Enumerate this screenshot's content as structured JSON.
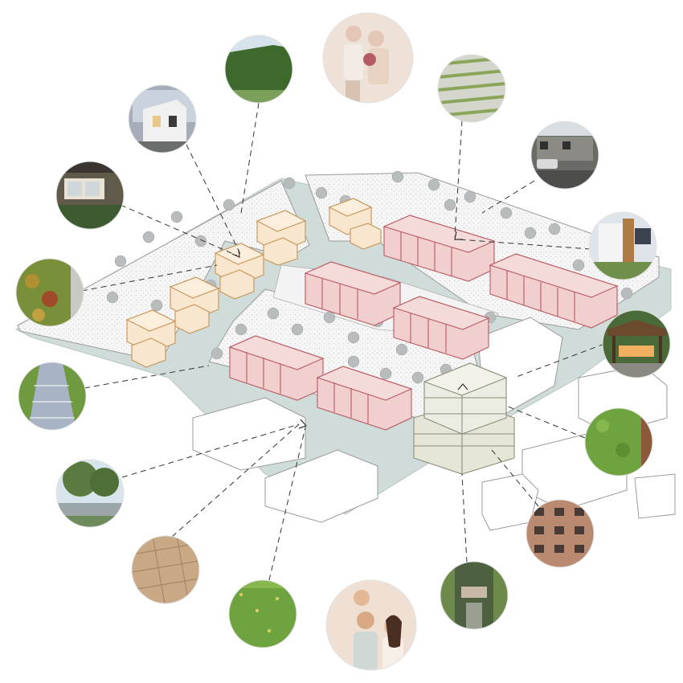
{
  "palette": {
    "background": "#ffffff",
    "plaza": "#cfdcd9",
    "plaza_edge": "#b7c6c3",
    "garden_stipple": "#ececec",
    "garden_edge": "#9a9a9a",
    "row_house_fill": "#f1cfcf",
    "row_house_stroke": "#b85a62",
    "villa_fill": "#f8e6cf",
    "villa_stroke": "#c89455",
    "apartment_fill": "#e5e6d8",
    "apartment_stroke": "#8c8d78",
    "context_building": "#ffffff",
    "context_stroke": "#9a9a9a",
    "tree": "#b9bcbc",
    "leader_line": "#333333"
  },
  "legend_images": [
    {
      "id": "modern-villa",
      "icon": "modern-villa-photo",
      "tone": "#9aa0aa"
    },
    {
      "id": "green-hedge",
      "icon": "hedge-photo",
      "tone": "#4f7a3a"
    },
    {
      "id": "senior-couple",
      "icon": "senior-couple-illustration",
      "tone": "#e8d8cc"
    },
    {
      "id": "grass-pavers",
      "icon": "grass-paver-photo",
      "tone": "#b7c2a0"
    },
    {
      "id": "townhouse-carport",
      "icon": "townhouse-carport-photo",
      "tone": "#6a6a66"
    },
    {
      "id": "timber-facade-house",
      "icon": "timber-house-photo",
      "tone": "#b9b3ad"
    },
    {
      "id": "terrace-interior",
      "icon": "terrace-photo",
      "tone": "#5f5a4a"
    },
    {
      "id": "pergola",
      "icon": "pergola-photo",
      "tone": "#6b4a2d"
    },
    {
      "id": "green-roof",
      "icon": "green-roof-photo",
      "tone": "#7a8f3a"
    },
    {
      "id": "green-wall",
      "icon": "green-wall-photo",
      "tone": "#5d8f2f"
    },
    {
      "id": "paved-path",
      "icon": "paved-path-photo",
      "tone": "#a8b4c6"
    },
    {
      "id": "apartment-balconies",
      "icon": "apartment-photo",
      "tone": "#9a6c58"
    },
    {
      "id": "street-trees",
      "icon": "street-trees-photo",
      "tone": "#5a7a3f"
    },
    {
      "id": "stone-paving",
      "icon": "stone-paving-photo",
      "tone": "#c9a886"
    },
    {
      "id": "meadow",
      "icon": "meadow-photo",
      "tone": "#6fa33f"
    },
    {
      "id": "courtyard-garden",
      "icon": "courtyard-photo",
      "tone": "#4d6040"
    },
    {
      "id": "young-family",
      "icon": "young-family-illustration",
      "tone": "#f0e0d4"
    }
  ]
}
